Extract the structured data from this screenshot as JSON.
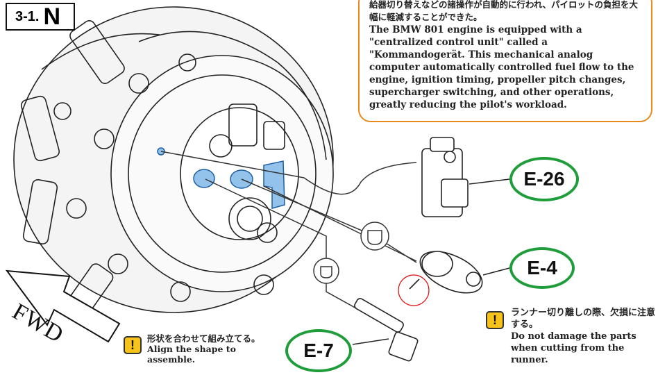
{
  "step": {
    "number": "3-1.",
    "letter": "N"
  },
  "note": {
    "jp": "給器切り替えなどの諸操作が自動的に行われ、パイロットの負担を大幅に軽減することができた。",
    "en": "The BMW 801 engine is equipped with a \"centralized control unit\" called a \"Kommandogerät. This mechanical analog computer automatically controlled fuel flow to the engine, ignition timing, propeller pitch changes, supercharger switching, and other operations, greatly reducing the pilot's workload."
  },
  "parts": {
    "e26": "E-26",
    "e4": "E-4",
    "e7": "E-7"
  },
  "warning_align": {
    "icon": "!",
    "jp": "形状を合わせて組み立てる。",
    "en": "Align the shape to assemble."
  },
  "warning_runner": {
    "icon": "!",
    "jp": "ランナー切り離しの際、欠損に注意する。",
    "en": "Do not damage the parts when cutting from the runner."
  },
  "fwd": "FWD",
  "colors": {
    "part_ring": "#1f9d3a",
    "note_border": "#e88a1a",
    "warning": "#f7c31a",
    "highlight": "#3b8fd9"
  }
}
